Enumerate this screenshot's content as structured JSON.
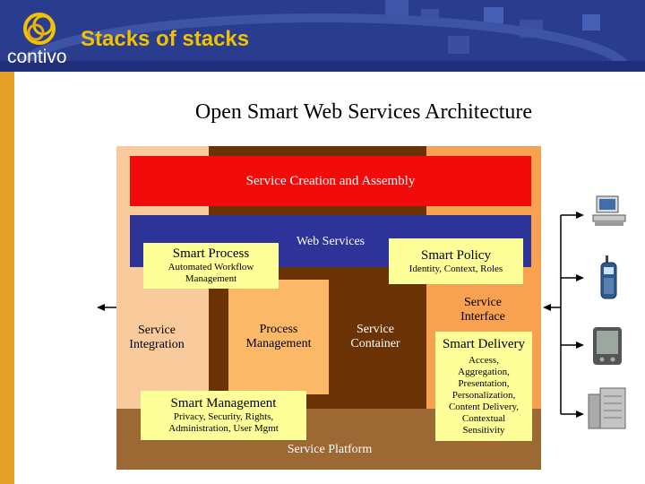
{
  "header": {
    "title": "Stacks of stacks",
    "logo_text": "contivo"
  },
  "diagram": {
    "title": "Open Smart Web Services Architecture",
    "layers": {
      "service_creation": "Service Creation and Assembly",
      "web_services": "Web Services",
      "service_integration": "Service Integration",
      "process_management": "Process Management",
      "service_container": "Service Container",
      "service_interface": "Service Interface",
      "service_platform": "Service Platform"
    },
    "callouts": {
      "smart_process": {
        "title": "Smart Process",
        "detail": "Automated Workflow Management"
      },
      "smart_policy": {
        "title": "Smart Policy",
        "detail": "Identity, Context, Roles"
      },
      "smart_delivery": {
        "title": "Smart Delivery",
        "detail": "Access, Aggregation, Presentation, Personalization, Content Delivery, Contextual Sensitivity"
      },
      "smart_management": {
        "title": "Smart Management",
        "detail": "Privacy, Security, Rights, Administration, User Mgmt"
      }
    },
    "devices": [
      "computer-icon",
      "mobile-phone-icon",
      "pda-icon",
      "server-icon"
    ]
  }
}
